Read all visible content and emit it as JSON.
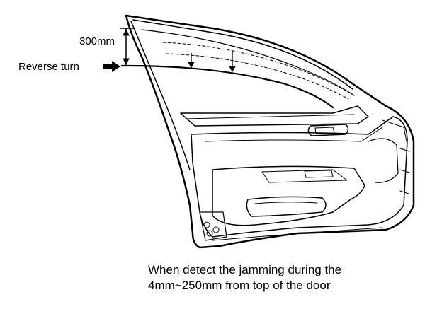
{
  "labels": {
    "dimension": "300mm",
    "reverse_turn": "Reverse turn"
  },
  "caption": {
    "line1": "When detect the jamming during the",
    "line2": "4mm~250mm from top of the door"
  },
  "colors": {
    "line": "#000000",
    "background": "#ffffff"
  }
}
